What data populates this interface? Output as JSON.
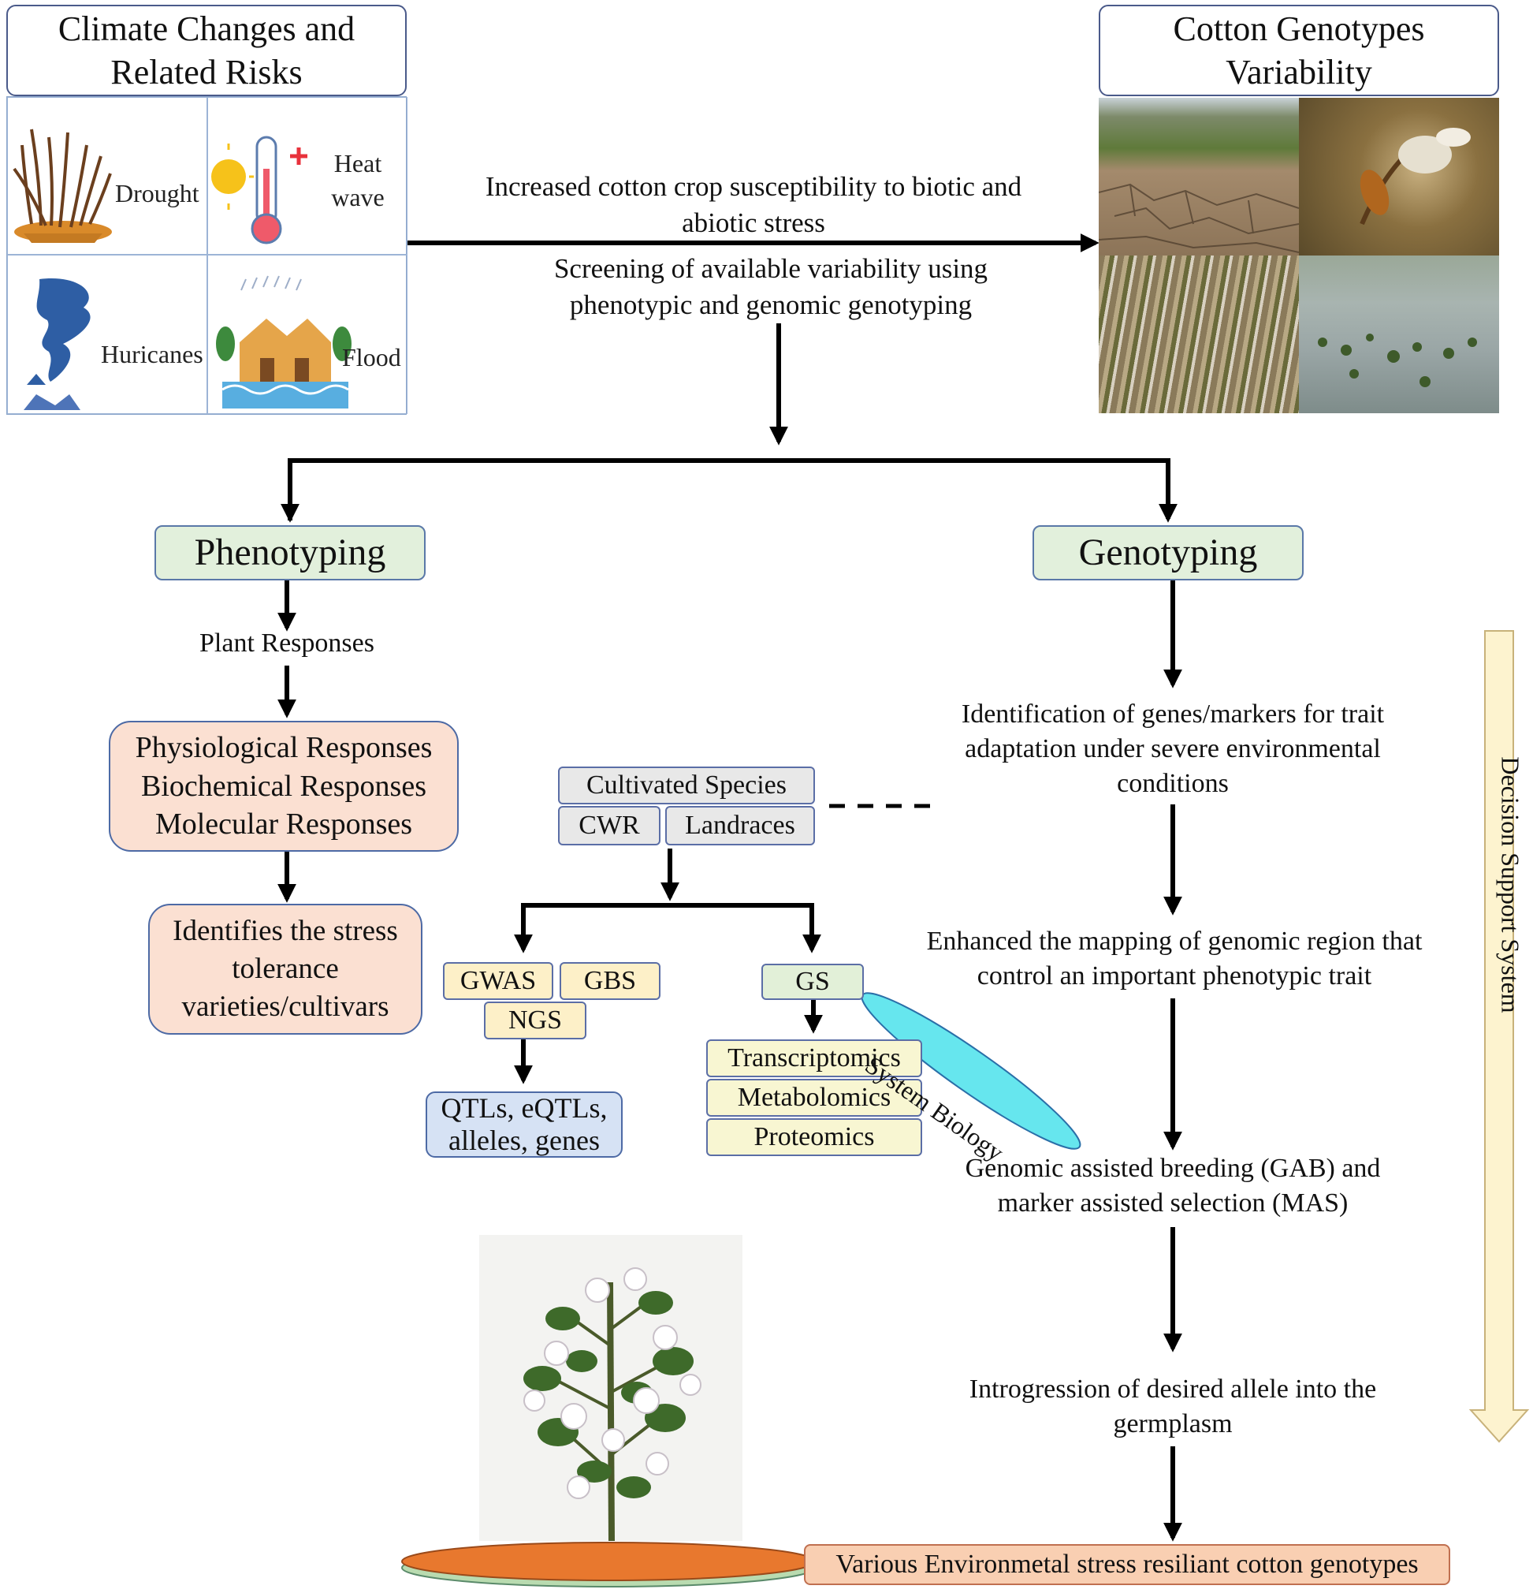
{
  "top_left": {
    "title": "Climate Changes and Related Risks",
    "risks": [
      {
        "label": "Drought",
        "icon": "drought-icon"
      },
      {
        "label": "Heat wave",
        "icon": "heat-wave-icon"
      },
      {
        "label": "Huricanes",
        "icon": "hurricane-icon"
      },
      {
        "label": "Flood",
        "icon": "flood-icon"
      }
    ]
  },
  "top_right": {
    "title": "Cotton Genotypes Variability"
  },
  "center_text": {
    "arrow_top_label": "Increased cotton crop susceptibility to biotic and abiotic stress",
    "arrow_bottom_label": "Screening of available variability using phenotypic and genomic genotyping"
  },
  "phenotyping": {
    "title": "Phenotyping",
    "plant_responses": "Plant Responses",
    "responses": [
      "Physiological Responses",
      "Biochemical Responses",
      "Molecular Responses"
    ],
    "outcome": "Identifies the stress tolerance varieties/cultivars"
  },
  "germplasm": {
    "cultivated": "Cultivated Species",
    "cwr": "CWR",
    "landraces": "Landraces"
  },
  "methods": {
    "gwas": "GWAS",
    "gbs": "GBS",
    "ngs": "NGS",
    "qtls": "QTLs, eQTLs, alleles, genes",
    "gs": "GS",
    "omics": [
      "Transcriptomics",
      "Metabolomics",
      "Proteomics"
    ],
    "system_biology": "System Biology"
  },
  "genotyping": {
    "title": "Genotyping",
    "steps": [
      "Identification of genes/markers for trait adaptation under severe environmental conditions",
      "Enhanced the mapping of genomic region that control an important phenotypic trait",
      "Genomic assisted breeding (GAB) and marker assisted selection (MAS)",
      "Introgression of desired allele into the germplasm"
    ],
    "final": "Various Environmetal stress resiliant cotton genotypes"
  },
  "decision_support": "Decision Support System",
  "colors": {
    "green_box": "#e2f0dc",
    "peach_box": "#fbe0d2",
    "blue_box": "#d6e2f4",
    "cream_box": "#fdf0c8",
    "system_biology": "#66e6ee",
    "decision_arrow": "#fdf3cf",
    "final_box": "#f9cfb2",
    "disc": "#e8782e"
  }
}
